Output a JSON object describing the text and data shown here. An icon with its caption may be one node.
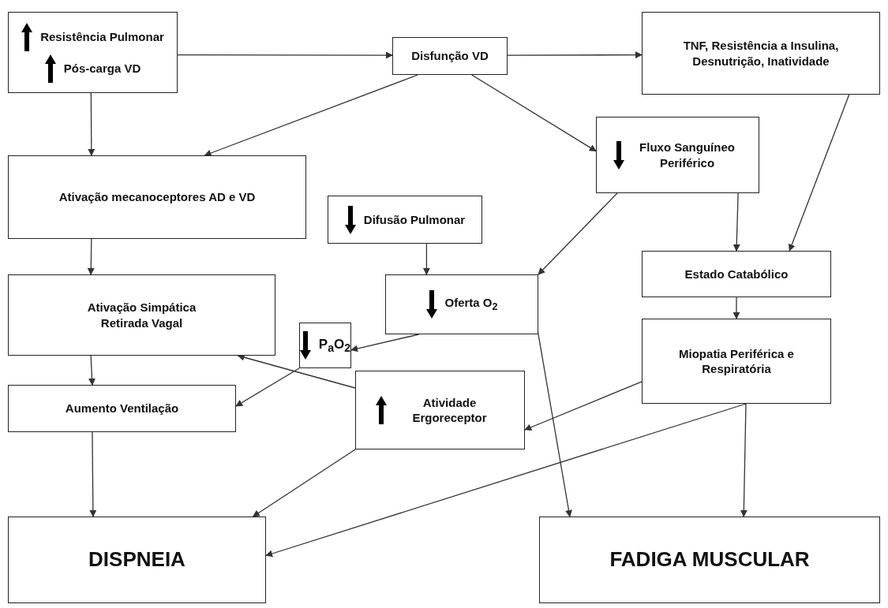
{
  "diagram": {
    "nodes": [
      {
        "text": [
          "Resistência Pulmonar",
          "Pós-carga VD"
        ]
      },
      {
        "text": [
          "Disfunção VD"
        ]
      },
      {
        "text": [
          "TNF, Resistência a Insulina, Desnutrição, Inatividade"
        ]
      },
      {
        "text": [
          "Ativação mecanoceptores AD e VD"
        ]
      },
      {
        "text": [
          "Fluxo Sanguíneo Periférico"
        ]
      },
      {
        "text": [
          "Difusão Pulmonar"
        ]
      },
      {
        "text": [
          "Oferta O$_{2}$"
        ]
      },
      {
        "text": [
          "Estado Catabólico"
        ]
      },
      {
        "text": [
          "Ativação Simpática Retirada Vagal"
        ]
      },
      {
        "text": [
          "P$_{a}$O$_{2}$"
        ]
      },
      {
        "text": [
          "Miopatia Periférica e Respiratória"
        ]
      },
      {
        "text": [
          "Aumento Ventilação"
        ]
      },
      {
        "text": [
          "Atividade Ergoreceptor"
        ]
      },
      {
        "text": [
          "DISPNEIA"
        ]
      },
      {
        "text": [
          "FADIGA MUSCULAR"
        ]
      }
    ],
    "edges": [
      {
        "from": 0,
        "to": 1,
        "arrow": "to"
      },
      {
        "from": 1,
        "to": 2,
        "arrow": "to"
      },
      {
        "from": 0,
        "to": 3,
        "arrow": "to"
      },
      {
        "from": 1,
        "to": 3,
        "arrow": "to"
      },
      {
        "from": 1,
        "to": 4,
        "arrow": "to"
      },
      {
        "from": 2,
        "to": 7,
        "arrow": "to"
      },
      {
        "from": 4,
        "to": 7,
        "arrow": "to"
      },
      {
        "from": 4,
        "to": 6,
        "arrow": "to"
      },
      {
        "from": 5,
        "to": 6,
        "arrow": "to"
      },
      {
        "from": 3,
        "to": 8,
        "arrow": "to"
      },
      {
        "from": 6,
        "to": 9,
        "arrow": "to"
      },
      {
        "from": 6,
        "to": 14,
        "arrow": "to"
      },
      {
        "from": 7,
        "to": 10,
        "arrow": "to"
      },
      {
        "from": 8,
        "to": 11,
        "arrow": "to"
      },
      {
        "from": 9,
        "to": 11,
        "arrow": "to"
      },
      {
        "from": 12,
        "to": 8,
        "arrow": "to"
      },
      {
        "from": 10,
        "to": 12,
        "arrow": "to"
      },
      {
        "from": 11,
        "to": 13,
        "arrow": "to"
      },
      {
        "from": 12,
        "to": 13,
        "arrow": "to"
      },
      {
        "from": 10,
        "to": 14,
        "arrow": "to"
      },
      {
        "from": 10,
        "to": 13,
        "arrow": "to"
      }
    ]
  }
}
